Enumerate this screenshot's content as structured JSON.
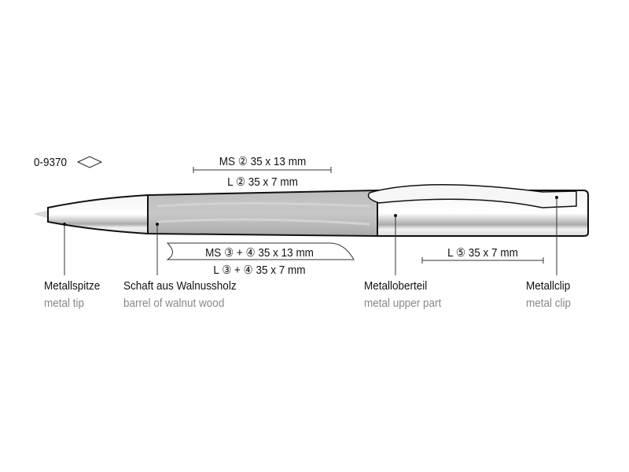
{
  "article_number": "0-9370",
  "imprints": {
    "barrel_top_1": "MS ② 35 x 13 mm",
    "barrel_top_2": "L ② 35 x 7 mm",
    "barrel_bottom_1": "MS ③ + ④ 35 x 13 mm",
    "barrel_bottom_2": "L ③ + ④ 35 x 7 mm",
    "upper": "L ⑤ 35 x 7 mm"
  },
  "parts": [
    {
      "de": "Metallspitze",
      "en": "metal tip"
    },
    {
      "de": "Schaft aus Walnussholz",
      "en": "barrel of walnut wood"
    },
    {
      "de": "Metalloberteil",
      "en": "metal upper part"
    },
    {
      "de": "Metallclip",
      "en": "metal clip"
    }
  ]
}
